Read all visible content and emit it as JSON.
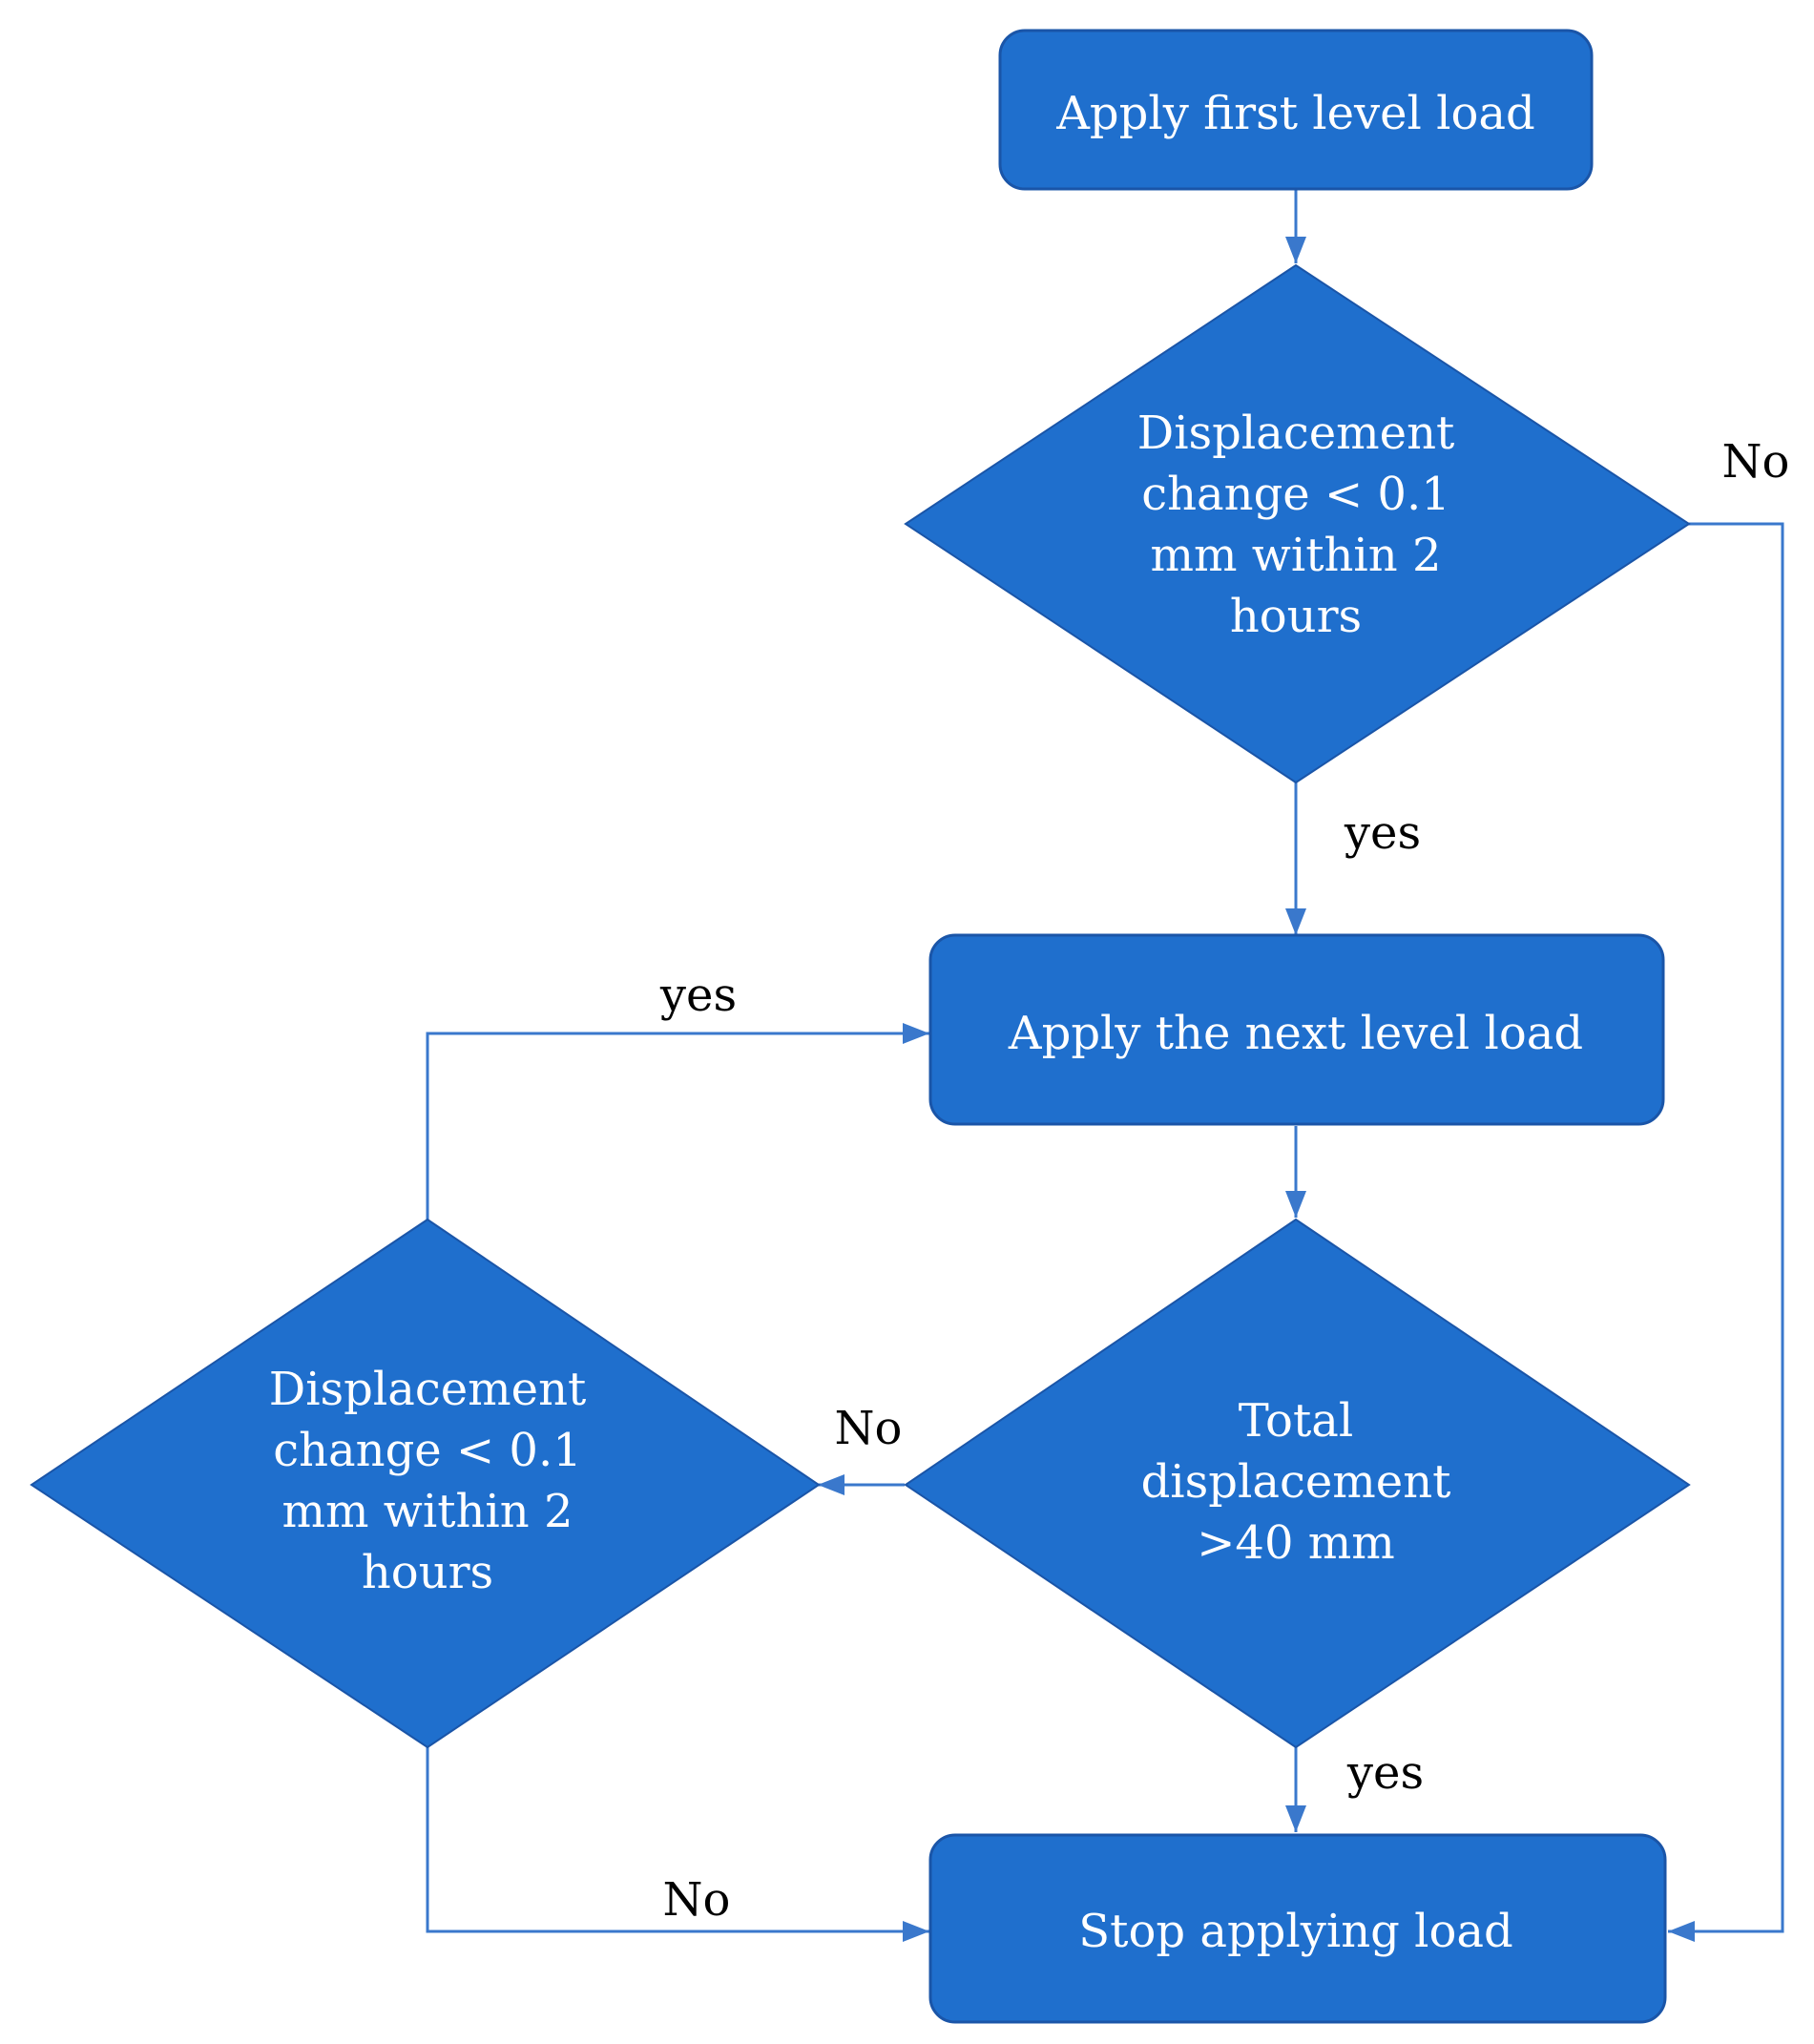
{
  "colors": {
    "node_fill": "#1f6fcd",
    "node_border": "#1a55a8",
    "edge": "#3a78cc",
    "node_text": "#ffffff",
    "label_text": "#000000",
    "background": "#ffffff"
  },
  "nodes": {
    "apply_first": {
      "label": "Apply first level load"
    },
    "check_1": {
      "line1": "Displacement",
      "line2": "change  < 0.1",
      "line3": "mm within 2",
      "line4": "hours"
    },
    "apply_next": {
      "label": "Apply the next level load"
    },
    "total_check": {
      "line1": "Total",
      "line2": "displacement",
      "line3": ">40 mm"
    },
    "check_2": {
      "line1": "Displacement",
      "line2": "change  < 0.1",
      "line3": "mm within 2",
      "line4": "hours"
    },
    "stop": {
      "label": "Stop applying load"
    }
  },
  "edges": {
    "check1_no": "No",
    "check1_yes": "yes",
    "check2_yes": "yes",
    "total_no": "No",
    "total_yes": "yes",
    "check2_no": "No"
  }
}
